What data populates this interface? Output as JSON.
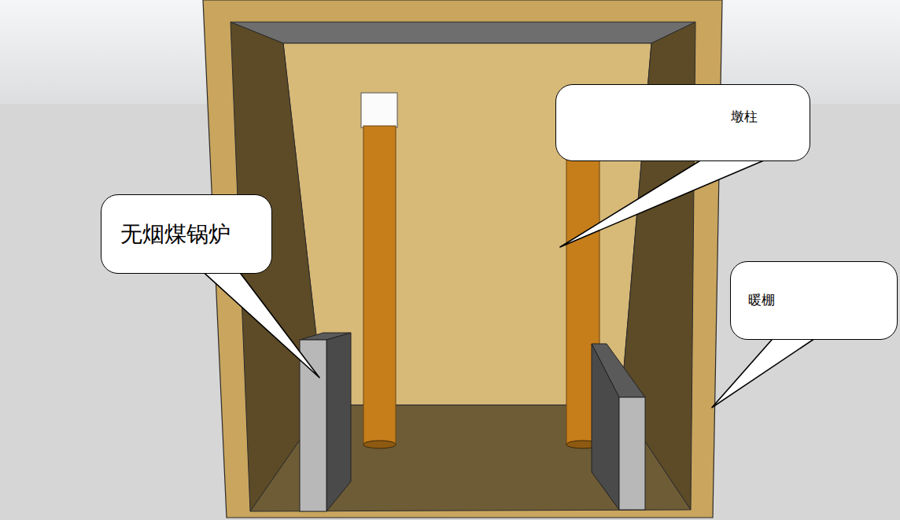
{
  "diagram": {
    "nodes": [
      {
        "text": [
          "无烟煤锅炉"
        ]
      },
      {
        "text": [
          "墩柱"
        ]
      },
      {
        "text": [
          "暖棚"
        ]
      }
    ]
  }
}
